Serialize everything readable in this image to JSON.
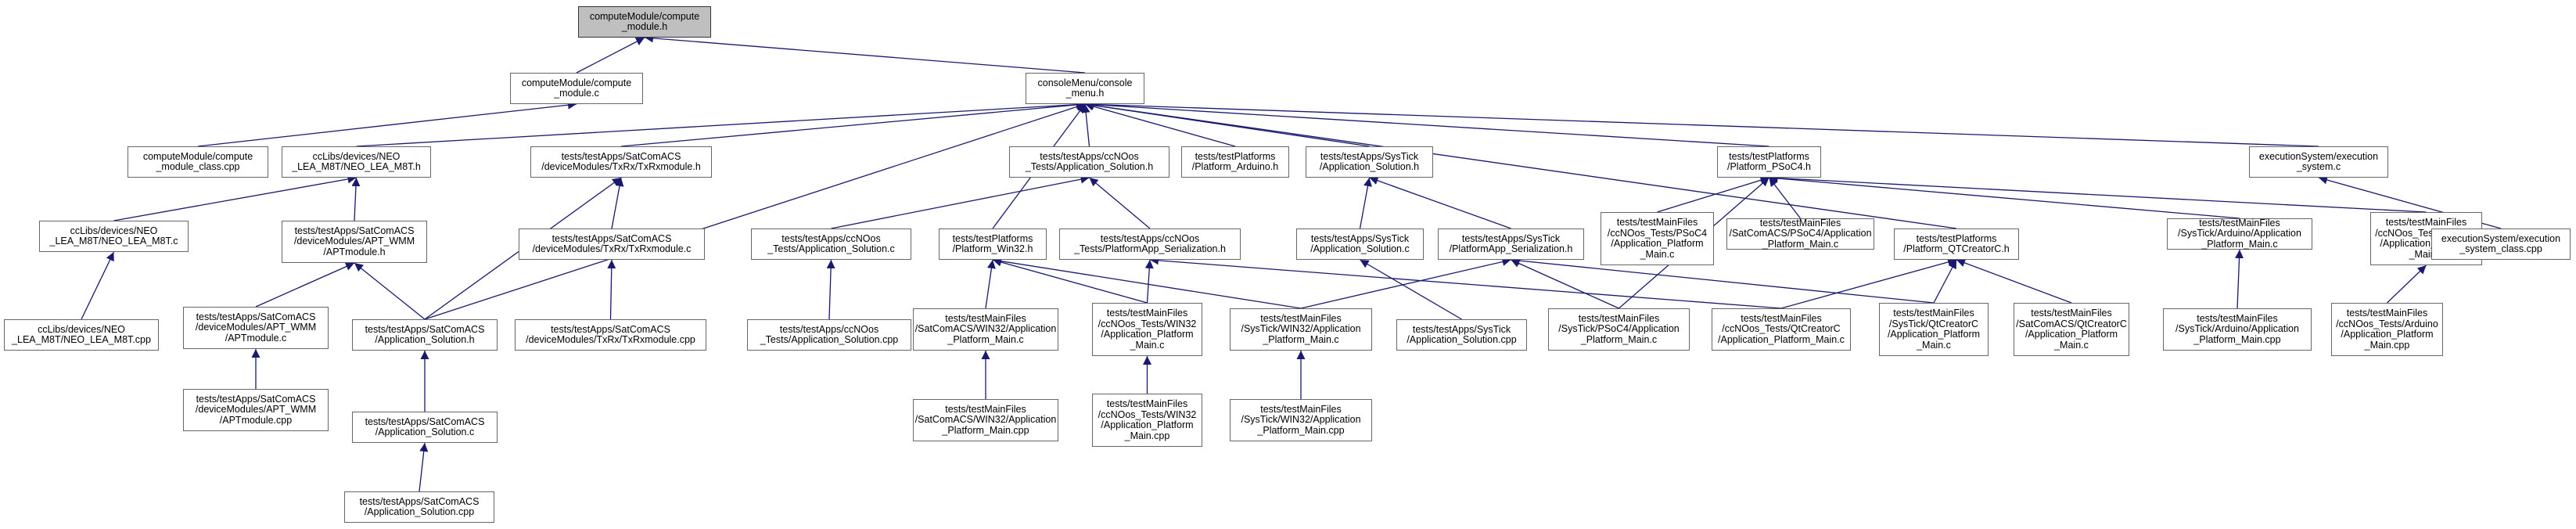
{
  "graph": {
    "nodes": [
      {
        "id": "n_root",
        "label": "computeModule/compute\n_module.h",
        "highlighted": true
      },
      {
        "id": "n_cm_c",
        "label": "computeModule/compute\n_module.c"
      },
      {
        "id": "n_console",
        "label": "consoleMenu/console\n_menu.h"
      },
      {
        "id": "n_cm_class",
        "label": "computeModule/compute\n_module_class.cpp"
      },
      {
        "id": "n_neo_h",
        "label": "ccLibs/devices/NEO\n_LEA_M8T/NEO_LEA_M8T.h"
      },
      {
        "id": "n_txrx_h",
        "label": "tests/testApps/SatComACS\n/deviceModules/TxRx/TxRxmodule.h"
      },
      {
        "id": "n_cc_sol_h",
        "label": "tests/testApps/ccNOos\n_Tests/Application_Solution.h"
      },
      {
        "id": "n_arduino_h",
        "label": "tests/testPlatforms\n/Platform_Arduino.h"
      },
      {
        "id": "n_st_sol_h",
        "label": "tests/testApps/SysTick\n/Application_Solution.h"
      },
      {
        "id": "n_psoc4_h",
        "label": "tests/testPlatforms\n/Platform_PSoC4.h"
      },
      {
        "id": "n_exec_c",
        "label": "executionSystem/execution\n_system.c"
      },
      {
        "id": "n_neo_c",
        "label": "ccLibs/devices/NEO\n_LEA_M8T/NEO_LEA_M8T.c"
      },
      {
        "id": "n_apt_h",
        "label": "tests/testApps/SatComACS\n/deviceModules/APT_WMM\n/APTmodule.h"
      },
      {
        "id": "n_sat_sol_h",
        "label": "tests/testApps/SatComACS\n/Application_Solution.h"
      },
      {
        "id": "n_txrx_c",
        "label": "tests/testApps/SatComACS\n/deviceModules/TxRx/TxRxmodule.c"
      },
      {
        "id": "n_cc_sol_c",
        "label": "tests/testApps/ccNOos\n_Tests/Application_Solution.c"
      },
      {
        "id": "n_win32_h",
        "label": "tests/testPlatforms\n/Platform_Win32.h"
      },
      {
        "id": "n_cc_ser_h",
        "label": "tests/testApps/ccNOos\n_Tests/PlatformApp_Serialization.h"
      },
      {
        "id": "n_st_sol_c",
        "label": "tests/testApps/SysTick\n/Application_Solution.c"
      },
      {
        "id": "n_st_ser_h",
        "label": "tests/testApps/SysTick\n/PlatformApp_Serialization.h"
      },
      {
        "id": "n_mf_cc_psoc4",
        "label": "tests/testMainFiles\n/ccNOos_Tests/PSoC4\n/Application_Platform\n_Main.c"
      },
      {
        "id": "n_mf_sat_psoc4",
        "label": "tests/testMainFiles\n/SatComACS/PSoC4/Application\n_Platform_Main.c"
      },
      {
        "id": "n_qt_h",
        "label": "tests/testPlatforms\n/Platform_QTCreatorC.h"
      },
      {
        "id": "n_mf_st_ard",
        "label": "tests/testMainFiles\n/SysTick/Arduino/Application\n_Platform_Main.c"
      },
      {
        "id": "n_mf_cc_ard",
        "label": "tests/testMainFiles\n/ccNOos_Tests/Arduino\n/Application_Platform\n_Main.c"
      },
      {
        "id": "n_exec_class",
        "label": "executionSystem/execution\n_system_class.cpp"
      },
      {
        "id": "n_neo_cpp",
        "label": "ccLibs/devices/NEO\n_LEA_M8T/NEO_LEA_M8T.cpp"
      },
      {
        "id": "n_apt_c",
        "label": "tests/testApps/SatComACS\n/deviceModules/APT_WMM\n/APTmodule.c"
      },
      {
        "id": "n_txrx_cpp",
        "label": "tests/testApps/SatComACS\n/deviceModules/TxRx/TxRxmodule.cpp"
      },
      {
        "id": "n_cc_sol_cpp",
        "label": "tests/testApps/ccNOos\n_Tests/Application_Solution.cpp"
      },
      {
        "id": "n_mf_sat_win32",
        "label": "tests/testMainFiles\n/SatComACS/WIN32/Application\n_Platform_Main.c"
      },
      {
        "id": "n_mf_cc_win32",
        "label": "tests/testMainFiles\n/ccNOos_Tests/WIN32\n/Application_Platform\n_Main.c"
      },
      {
        "id": "n_mf_st_win32",
        "label": "tests/testMainFiles\n/SysTick/WIN32/Application\n_Platform_Main.c"
      },
      {
        "id": "n_st_sol_cpp",
        "label": "tests/testApps/SysTick\n/Application_Solution.cpp"
      },
      {
        "id": "n_mf_st_psoc4",
        "label": "tests/testMainFiles\n/SysTick/PSoC4/Application\n_Platform_Main.c"
      },
      {
        "id": "n_mf_cc_qt",
        "label": "tests/testMainFiles\n/ccNOos_Tests/QtCreatorC\n/Application_Platform_Main.c"
      },
      {
        "id": "n_mf_st_qt",
        "label": "tests/testMainFiles\n/SysTick/QtCreatorC\n/Application_Platform\n_Main.c"
      },
      {
        "id": "n_mf_sat_qt",
        "label": "tests/testMainFiles\n/SatComACS/QtCreatorC\n/Application_Platform\n_Main.c"
      },
      {
        "id": "n_mf_st_ard_cpp",
        "label": "tests/testMainFiles\n/SysTick/Arduino/Application\n_Platform_Main.cpp"
      },
      {
        "id": "n_mf_cc_ard_cpp",
        "label": "tests/testMainFiles\n/ccNOos_Tests/Arduino\n/Application_Platform\n_Main.cpp"
      },
      {
        "id": "n_apt_cpp",
        "label": "tests/testApps/SatComACS\n/deviceModules/APT_WMM\n/APTmodule.cpp"
      },
      {
        "id": "n_sat_sol_c",
        "label": "tests/testApps/SatComACS\n/Application_Solution.c"
      },
      {
        "id": "n_mf_sat_win32_cpp",
        "label": "tests/testMainFiles\n/SatComACS/WIN32/Application\n_Platform_Main.cpp"
      },
      {
        "id": "n_mf_cc_win32_cpp",
        "label": "tests/testMainFiles\n/ccNOos_Tests/WIN32\n/Application_Platform\n_Main.cpp"
      },
      {
        "id": "n_mf_st_win32_cpp",
        "label": "tests/testMainFiles\n/SysTick/WIN32/Application\n_Platform_Main.cpp"
      },
      {
        "id": "n_sat_sol_cpp",
        "label": "tests/testApps/SatComACS\n/Application_Solution.cpp"
      }
    ],
    "edges": [
      [
        "n_cm_c",
        "n_root"
      ],
      [
        "n_console",
        "n_root"
      ],
      [
        "n_cm_class",
        "n_cm_c"
      ],
      [
        "n_neo_h",
        "n_console"
      ],
      [
        "n_txrx_h",
        "n_console"
      ],
      [
        "n_cc_sol_h",
        "n_console"
      ],
      [
        "n_arduino_h",
        "n_console"
      ],
      [
        "n_st_sol_h",
        "n_console"
      ],
      [
        "n_psoc4_h",
        "n_console"
      ],
      [
        "n_exec_c",
        "n_console"
      ],
      [
        "n_win32_h",
        "n_console"
      ],
      [
        "n_qt_h",
        "n_console"
      ],
      [
        "n_sat_sol_h",
        "n_console"
      ],
      [
        "n_neo_c",
        "n_neo_h"
      ],
      [
        "n_apt_h",
        "n_neo_h"
      ],
      [
        "n_sat_sol_h",
        "n_txrx_h"
      ],
      [
        "n_txrx_c",
        "n_txrx_h"
      ],
      [
        "n_cc_sol_c",
        "n_cc_sol_h"
      ],
      [
        "n_cc_ser_h",
        "n_cc_sol_h"
      ],
      [
        "n_st_sol_c",
        "n_st_sol_h"
      ],
      [
        "n_st_ser_h",
        "n_st_sol_h"
      ],
      [
        "n_mf_cc_psoc4",
        "n_psoc4_h"
      ],
      [
        "n_mf_sat_psoc4",
        "n_psoc4_h"
      ],
      [
        "n_mf_st_psoc4",
        "n_psoc4_h"
      ],
      [
        "n_mf_st_ard",
        "n_psoc4_h"
      ],
      [
        "n_mf_cc_ard",
        "n_psoc4_h"
      ],
      [
        "n_exec_class",
        "n_exec_c"
      ],
      [
        "n_neo_cpp",
        "n_neo_c"
      ],
      [
        "n_apt_c",
        "n_apt_h"
      ],
      [
        "n_sat_sol_h",
        "n_apt_h"
      ],
      [
        "n_sat_sol_c",
        "n_sat_sol_h"
      ],
      [
        "n_txrx_cpp",
        "n_txrx_c"
      ],
      [
        "n_cc_sol_cpp",
        "n_cc_sol_c"
      ],
      [
        "n_mf_sat_win32",
        "n_win32_h"
      ],
      [
        "n_mf_cc_win32",
        "n_win32_h"
      ],
      [
        "n_mf_st_win32",
        "n_win32_h"
      ],
      [
        "n_mf_cc_win32",
        "n_cc_ser_h"
      ],
      [
        "n_mf_cc_qt",
        "n_cc_ser_h"
      ],
      [
        "n_st_sol_cpp",
        "n_st_sol_c"
      ],
      [
        "n_mf_st_win32",
        "n_st_ser_h"
      ],
      [
        "n_mf_st_psoc4",
        "n_st_ser_h"
      ],
      [
        "n_mf_st_qt",
        "n_st_ser_h"
      ],
      [
        "n_mf_cc_qt",
        "n_qt_h"
      ],
      [
        "n_mf_st_qt",
        "n_qt_h"
      ],
      [
        "n_mf_sat_qt",
        "n_qt_h"
      ],
      [
        "n_mf_st_ard_cpp",
        "n_mf_st_ard"
      ],
      [
        "n_mf_cc_ard_cpp",
        "n_mf_cc_ard"
      ],
      [
        "n_apt_cpp",
        "n_apt_c"
      ],
      [
        "n_mf_sat_win32_cpp",
        "n_mf_sat_win32"
      ],
      [
        "n_mf_cc_win32_cpp",
        "n_mf_cc_win32"
      ],
      [
        "n_mf_st_win32_cpp",
        "n_mf_st_win32"
      ],
      [
        "n_sat_sol_cpp",
        "n_sat_sol_c"
      ]
    ],
    "colors": {
      "edge": "#191970",
      "node_border": "#666666",
      "root_fill": "#bfbfbf",
      "node_fill": "#ffffff"
    }
  }
}
